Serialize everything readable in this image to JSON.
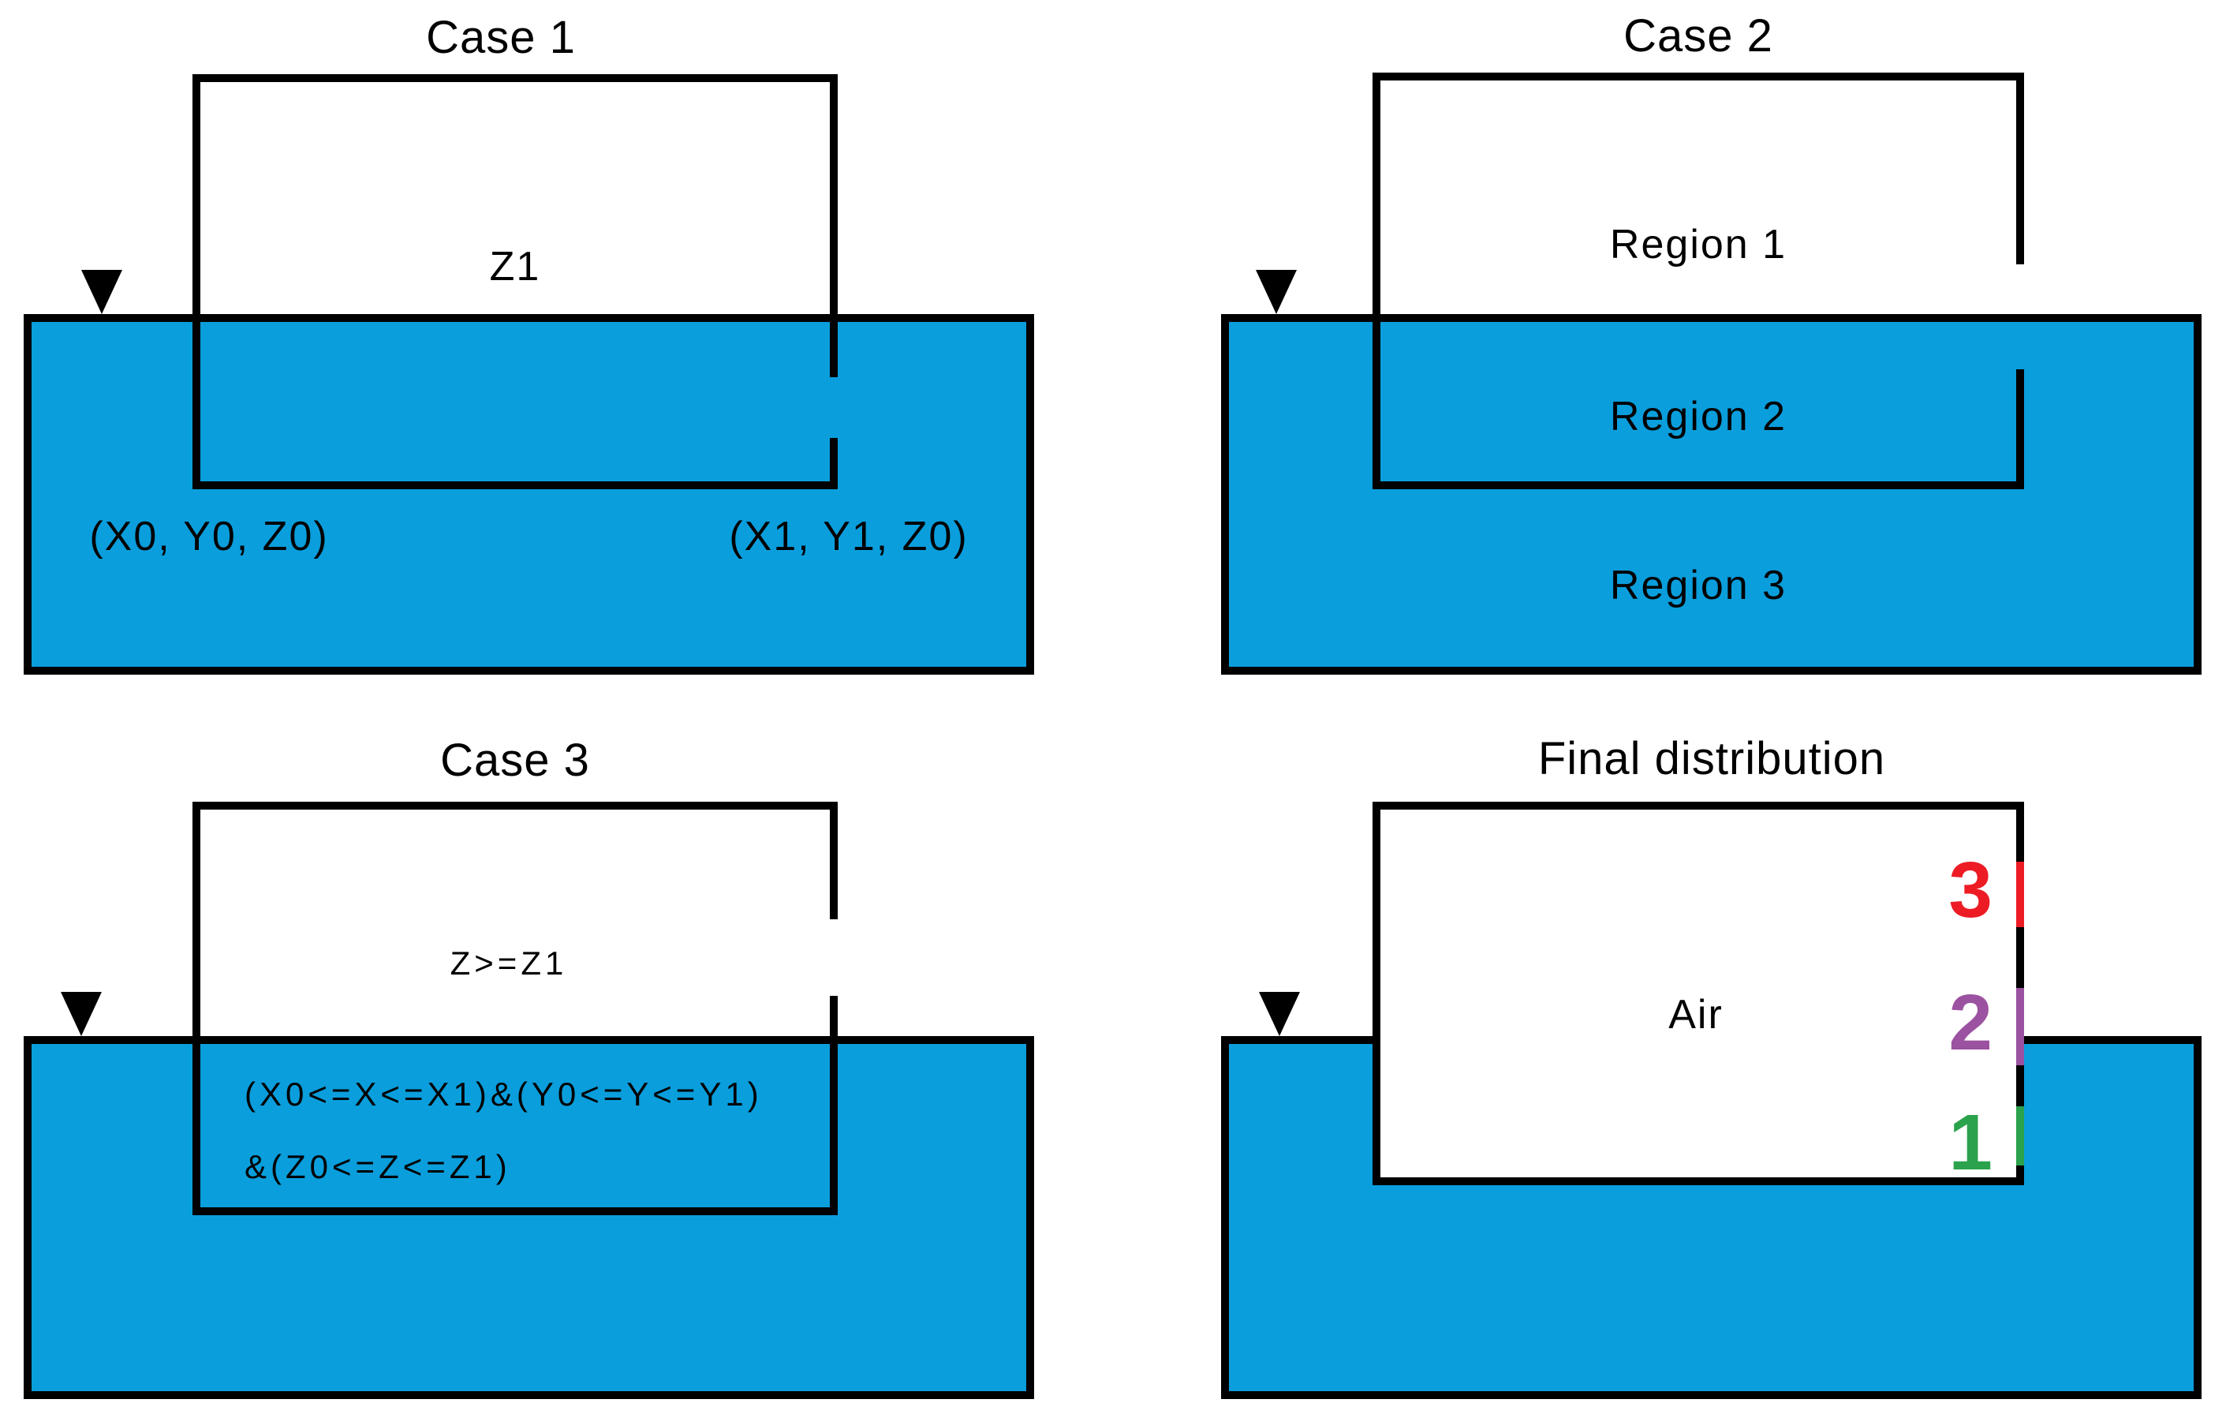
{
  "colors": {
    "water": "#0A9EDC",
    "outline": "#000000",
    "marker_red": "#ED1C24",
    "marker_purple": "#9B52A0",
    "marker_green": "#2BA24C",
    "bg": "#FFFFFF"
  },
  "panels": {
    "case1": {
      "title": "Case 1",
      "depth_label": "Z1",
      "corner_left": "(X0, Y0, Z0)",
      "corner_right": "(X1, Y1, Z0)"
    },
    "case2": {
      "title": "Case 2",
      "region1": "Region 1",
      "region2": "Region 2",
      "region3": "Region 3"
    },
    "case3": {
      "title": "Case 3",
      "air_condition": "Z>=Z1",
      "box_condition_line1": "(X0<=X<=X1)&(Y0<=Y<=Y1)",
      "box_condition_line2": "&(Z0<=Z<=Z1)"
    },
    "final": {
      "title": "Final distribution",
      "air_label": "Air",
      "markers": [
        {
          "label": "3",
          "color": "#ED1C24"
        },
        {
          "label": "2",
          "color": "#9B52A0"
        },
        {
          "label": "1",
          "color": "#2BA24C"
        }
      ]
    }
  }
}
